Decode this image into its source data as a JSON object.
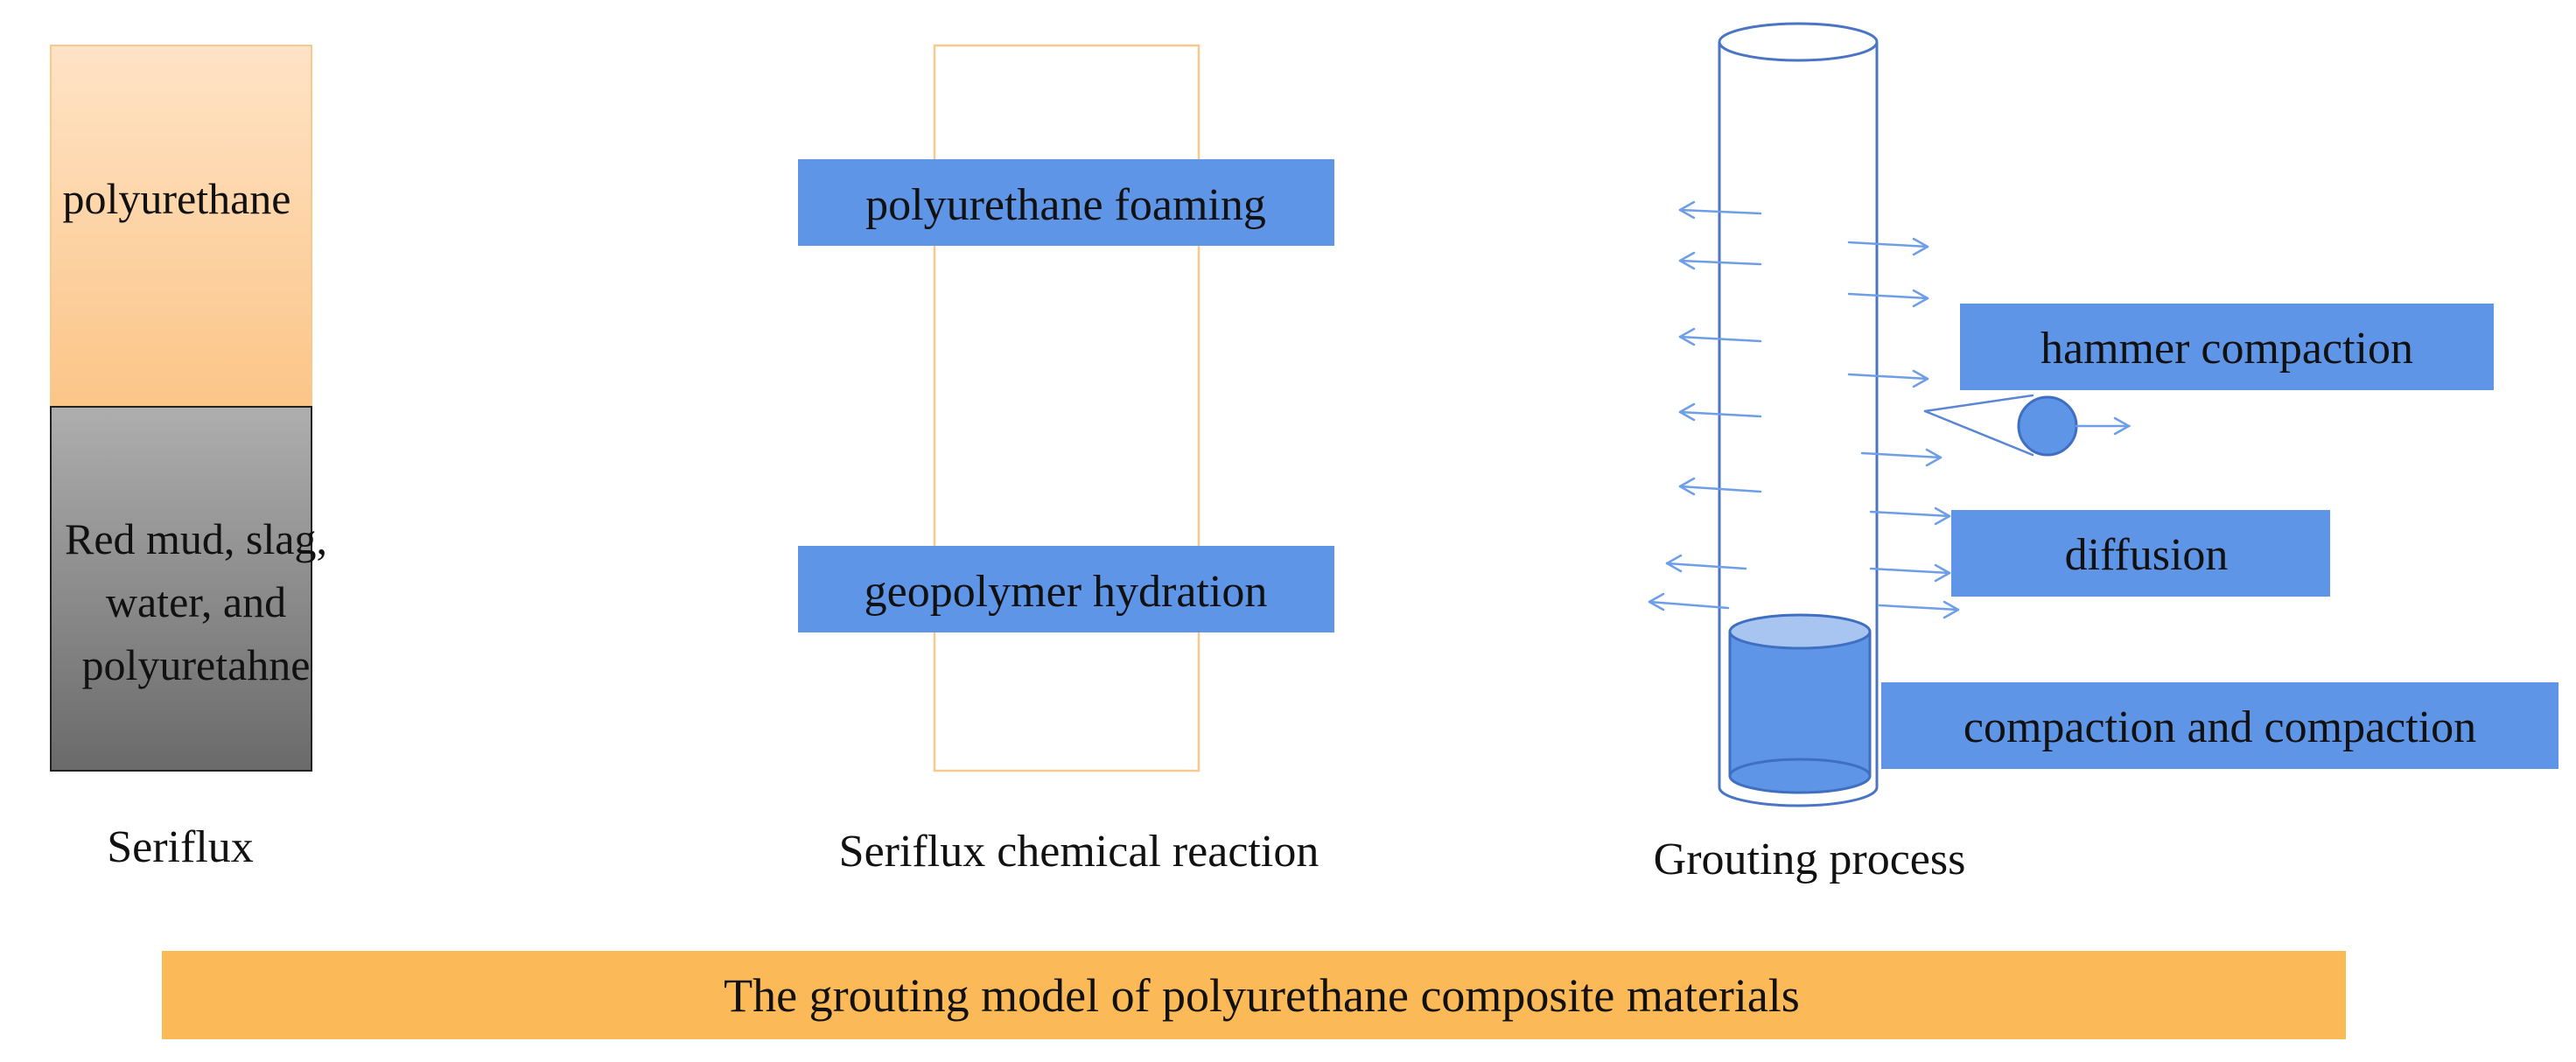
{
  "panels": {
    "seriflux": {
      "top_label": "polyurethane",
      "bottom_label_lines": [
        "Red mud, slag,",
        "water, and",
        "polyuretahne"
      ],
      "caption": "Seriflux"
    },
    "reaction": {
      "box_upper": "polyurethane foaming",
      "box_lower": "geopolymer hydration",
      "caption": "Seriflux chemical reaction"
    },
    "grouting": {
      "label_hammer": "hammer compaction",
      "label_diffusion": "diffusion",
      "label_compaction": "compaction and compaction",
      "caption": "Grouting process"
    }
  },
  "banner": {
    "title": "The grouting model of polyurethane composite materials"
  },
  "colors": {
    "orange_light": "#FFE4C4",
    "orange_mid": "#FBC585",
    "orange_border": "#F8C98E",
    "gray_light": "#A9A9A9",
    "gray_dark": "#707070",
    "blue": "#5E95E6",
    "blue_light": "#A8C4F0",
    "pipe_blue": "#4A74C4",
    "banner": "#FBB957"
  }
}
